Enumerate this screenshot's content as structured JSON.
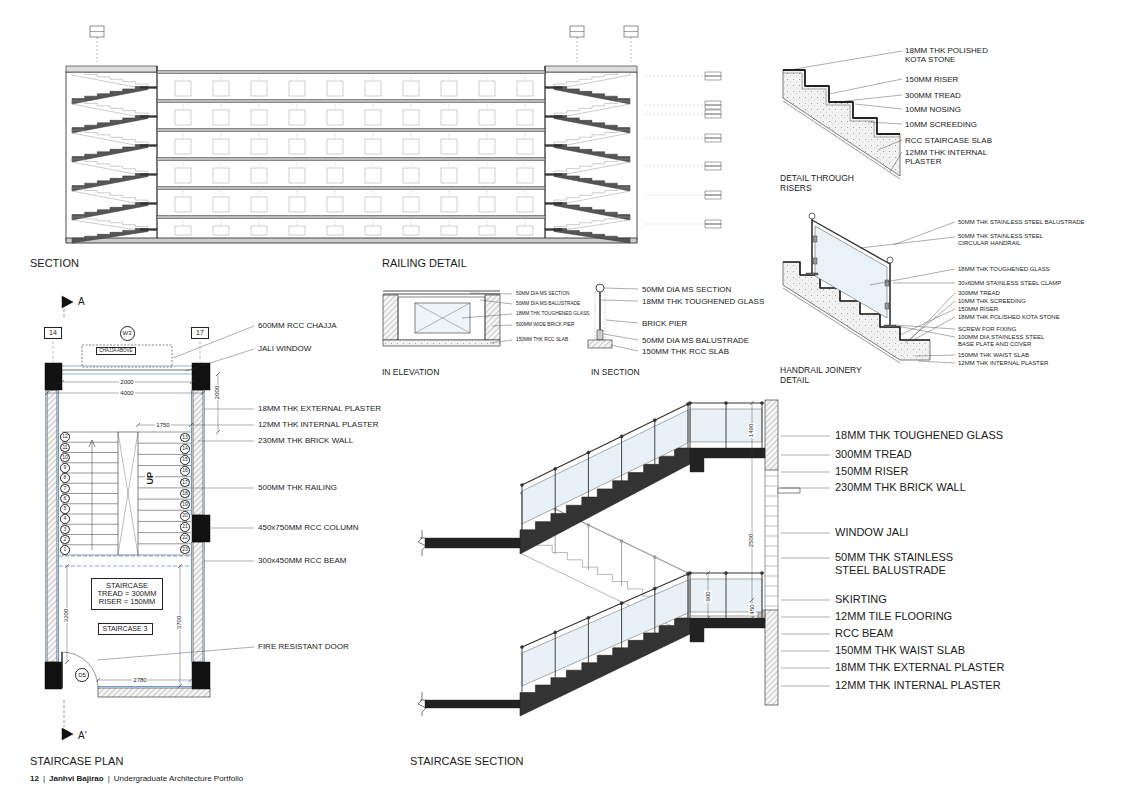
{
  "diagram": {
    "nodes": [
      {
        "text": [
          "14"
        ]
      },
      {
        "text": [
          "W3"
        ]
      },
      {
        "text": [
          "17"
        ]
      },
      {
        "text": [
          "CHAJJA ABOVE"
        ]
      },
      {
        "text": [
          "1"
        ]
      },
      {
        "text": [
          "2"
        ]
      },
      {
        "text": [
          "3"
        ]
      },
      {
        "text": [
          "4"
        ]
      },
      {
        "text": [
          "5"
        ]
      },
      {
        "text": [
          "6"
        ]
      },
      {
        "text": [
          "7"
        ]
      },
      {
        "text": [
          "8"
        ]
      },
      {
        "text": [
          "9"
        ]
      },
      {
        "text": [
          "10"
        ]
      },
      {
        "text": [
          "11"
        ]
      },
      {
        "text": [
          "12"
        ]
      },
      {
        "text": [
          "13"
        ]
      },
      {
        "text": [
          "14"
        ]
      },
      {
        "text": [
          "15"
        ]
      },
      {
        "text": [
          "16"
        ]
      },
      {
        "text": [
          "17"
        ]
      },
      {
        "text": [
          "18"
        ]
      },
      {
        "text": [
          "19"
        ]
      },
      {
        "text": [
          "20"
        ]
      },
      {
        "text": [
          "21"
        ]
      },
      {
        "text": [
          "22"
        ]
      },
      {
        "text": [
          "23"
        ]
      },
      {
        "text": [
          "STAIRCASE",
          "TREAD = 300MM",
          "RISER = 150MM"
        ]
      },
      {
        "text": [
          "STAIRCASE 3"
        ]
      },
      {
        "text": [
          "D5"
        ]
      }
    ],
    "labels": [
      "SECTION",
      "RAILING DETAIL",
      "50MM DIA MS SECTION",
      "50MM DIA MS BALUSTRADE",
      "18MM THK TOUGHENED GLASS",
      "500MM WIDE BRICK PIER",
      "150MM THK RCC SLAB",
      "50MM DIA MS SECTION",
      "18MM THK TOUGHENED GLASS",
      "BRICK PIER",
      "50MM DIA MS BALUSTRADE",
      "150MM THK RCC SLAB",
      "IN ELEVATION",
      "IN SECTION",
      "18MM THK POLISHED KOTA STONE",
      "150MM RISER",
      "300MM TREAD",
      "10MM NOSING",
      "10MM SCREEDING",
      "RCC STAIRCASE SLAB",
      "12MM THK INTERNAL PLASTER",
      "DETAIL THROUGH RISERS",
      "50MM THK STAINLESS STEEL BALUSTRADE",
      "50MM THK STAINLESS STEEL CIRCULAR HANDRAIL",
      "18MM THK TOUGHENED GLASS",
      "30x60MM STAINLESS STEEL CLAMP",
      "300MM TREAD",
      "10MM THK SCREEDING",
      "150MM RISER",
      "18MM THK POLISHED KOTA STONE",
      "SCREW FOR FIXING",
      "100MM DIA STAINLESS STEEL BASE PLATE AND COVER",
      "150MM THK WAIST SLAB",
      "12MM THK INTERNAL PLASTER",
      "HANDRAIL JOINERY DETAIL",
      "A",
      "600MM RCC CHAJJA",
      "JALI WINDOW",
      "18MM THK EXTERNAL PLASTER",
      "12MM THK INTERNAL PLASTER",
      "230MM THK BRICK WALL",
      "500MM THK RAILING",
      "450x750MM RCC COLUMN",
      "300x450MM RCC BEAM",
      "FIRE RESISTANT DOOR",
      "2000",
      "4000",
      "2000",
      "1750",
      "UP",
      "3200",
      "3700",
      "2780",
      "A'",
      "18MM THK TOUGHENED GLASS",
      "300MM TREAD",
      "150MM RISER",
      "230MM THK BRICK WALL",
      "WINDOW JALI",
      "50MM THK STAINLESS STEEL BALUSTRADE",
      "SKIRTING",
      "12MM TILE FLOORING",
      "RCC BEAM",
      "150MM THK WAIST SLAB",
      "18MM THK EXTERNAL PLASTER",
      "12MM THK INTERNAL PLASTER",
      "1490",
      "2500",
      "900",
      "450",
      "STAIRCASE PLAN",
      "STAIRCASE SECTION",
      "12",
      "|",
      "Janhvi Bajirao",
      "|",
      "Undergraduate Architecture Portfolio"
    ]
  }
}
